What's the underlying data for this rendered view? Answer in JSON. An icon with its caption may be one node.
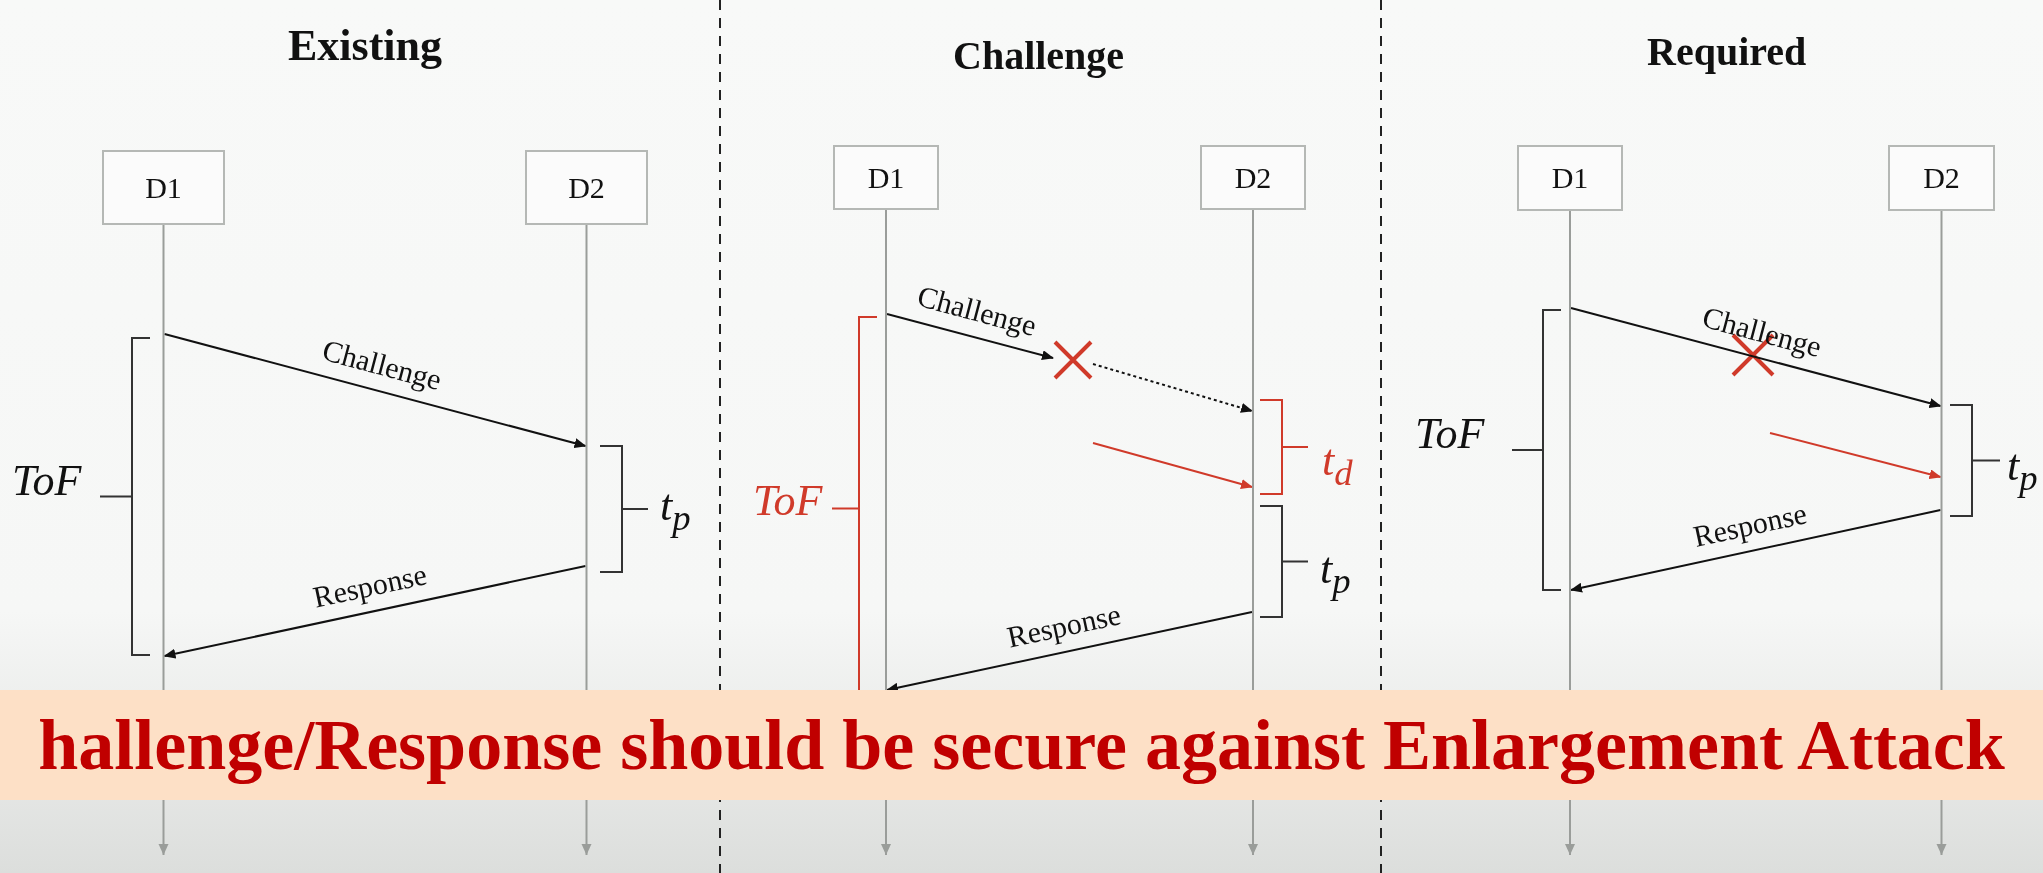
{
  "diagram": {
    "caption": "hallenge/Response should be secure against Enlargement Attack",
    "nodes": [
      {
        "text": [
          "D1"
        ]
      },
      {
        "text": [
          "D2"
        ]
      },
      {
        "text": [
          "D1"
        ]
      },
      {
        "text": [
          "D2"
        ]
      },
      {
        "text": [],
        "shape": "cross"
      },
      {
        "text": [
          "D1"
        ]
      },
      {
        "text": [
          "D2"
        ]
      }
    ],
    "edges": [
      {
        "from": 0,
        "to": 1,
        "arrow": "to",
        "label": "Challenge"
      },
      {
        "from": 1,
        "to": 0,
        "arrow": "to",
        "label": "Response"
      },
      {
        "from": 2,
        "to": 4,
        "arrow": "to",
        "label": "Challenge"
      },
      {
        "from": 4,
        "to": 3,
        "arrow": "to",
        "style": "dashed"
      },
      {
        "from": null,
        "to": 3,
        "arrow": "to",
        "color": "#d03a2a"
      },
      {
        "from": 3,
        "to": 2,
        "arrow": "to",
        "label": "Response"
      },
      {
        "from": 5,
        "to": 6,
        "arrow": "to",
        "label": "Challenge"
      },
      {
        "from": null,
        "to": 6,
        "arrow": "to",
        "color": "#d03a2a"
      },
      {
        "from": 6,
        "to": 5,
        "arrow": "to",
        "label": "Response"
      }
    ],
    "labels": [
      "Existing",
      "ToF",
      "t$_{p}$",
      "Challenge",
      "ToF",
      "t$_{d}$",
      "t$_{p}$",
      "Required",
      "ToF",
      "t$_{p}$"
    ]
  }
}
